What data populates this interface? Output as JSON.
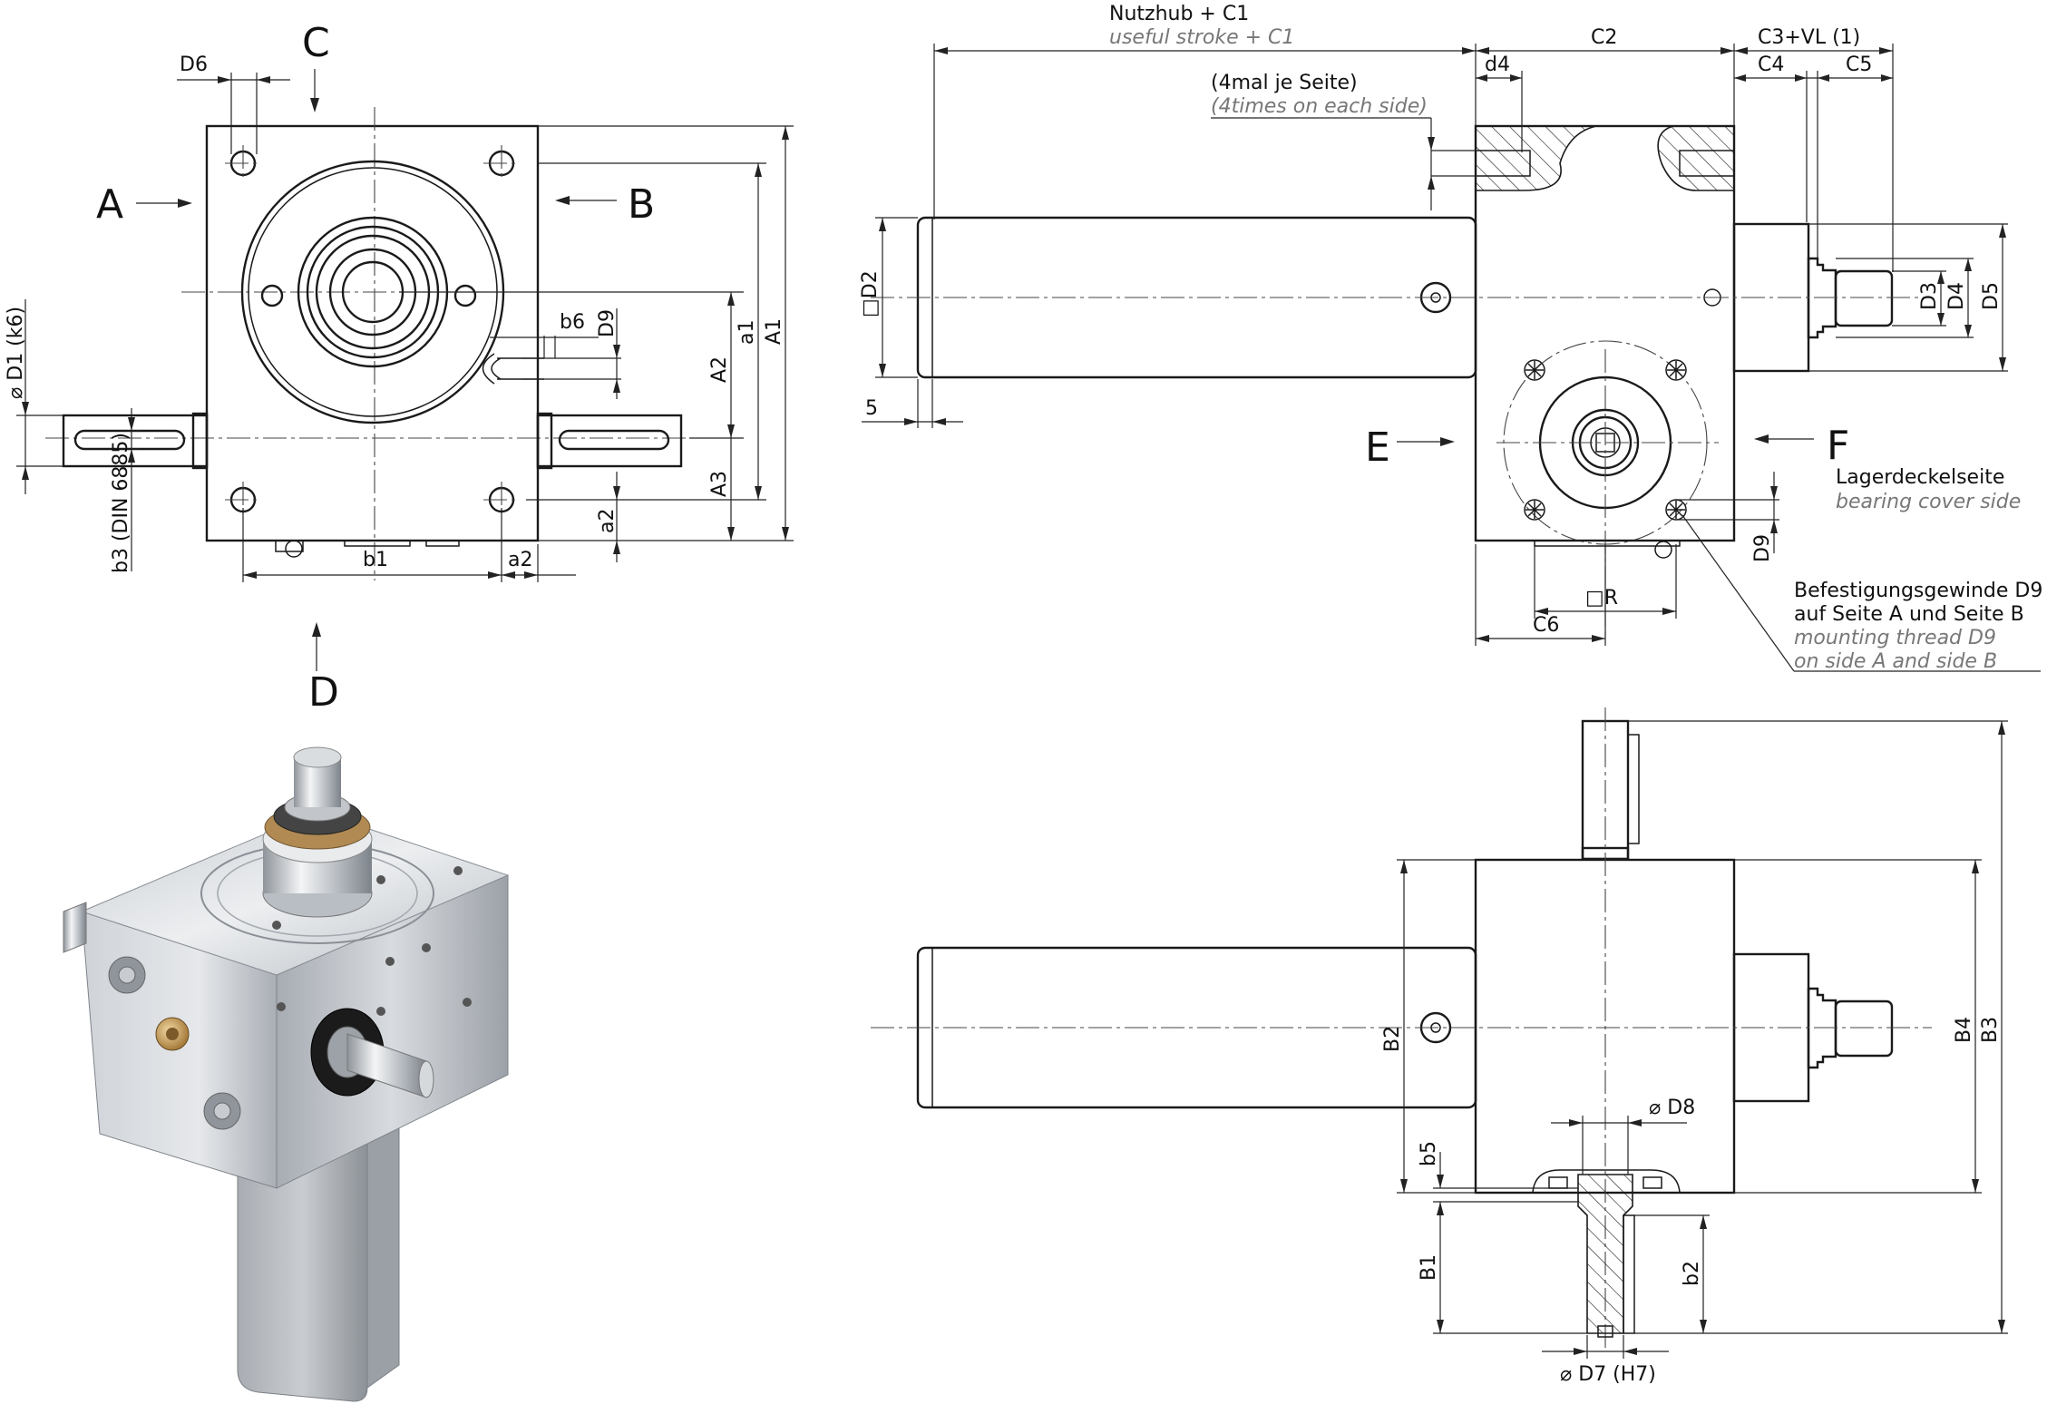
{
  "labels": {
    "view_c": "C",
    "view_a": "A",
    "view_b": "B",
    "view_d": "D",
    "view_e": "E",
    "view_f": "F",
    "d6": "D6",
    "d1": "D1 (k6)",
    "b3": "b3 (DIN 6885)",
    "b6": "b6",
    "d9_front": "D9",
    "a1": "a1",
    "a_1": "A1",
    "a_2": "A2",
    "a_3": "A3",
    "a2_vert": "a2",
    "b1": "b1",
    "a2_horiz": "a2",
    "nutzhub": "Nutzhub + C1",
    "useful_stroke": "useful stroke + C1",
    "c2": "C2",
    "c3vl": "C3+VL (1)",
    "d4_small": "d4",
    "c4": "C4",
    "c5": "C5",
    "mal_je_seite": "(4mal je Seite)",
    "times_each_side": "(4times on each side)",
    "d2": "D2",
    "five": "5",
    "d3": "D3",
    "d4": "D4",
    "d5": "D5",
    "lagerdeckelseite": "Lagerdeckelseite",
    "bearing_cover_side": "bearing cover side",
    "d9_side": "D9",
    "r": "R",
    "c6": "C6",
    "befestigung_1": "Befestigungsgewinde D9",
    "befestigung_2": "auf Seite A und Seite B",
    "mounting_1": "mounting thread D9",
    "mounting_2": "on side A and side B",
    "b2_upper": "B2",
    "b4": "B4",
    "b3_upper": "B3",
    "d8": "D8",
    "b5": "b5",
    "b1_upper": "B1",
    "b2_lower": "b2",
    "d7": "D7 (H7)"
  }
}
